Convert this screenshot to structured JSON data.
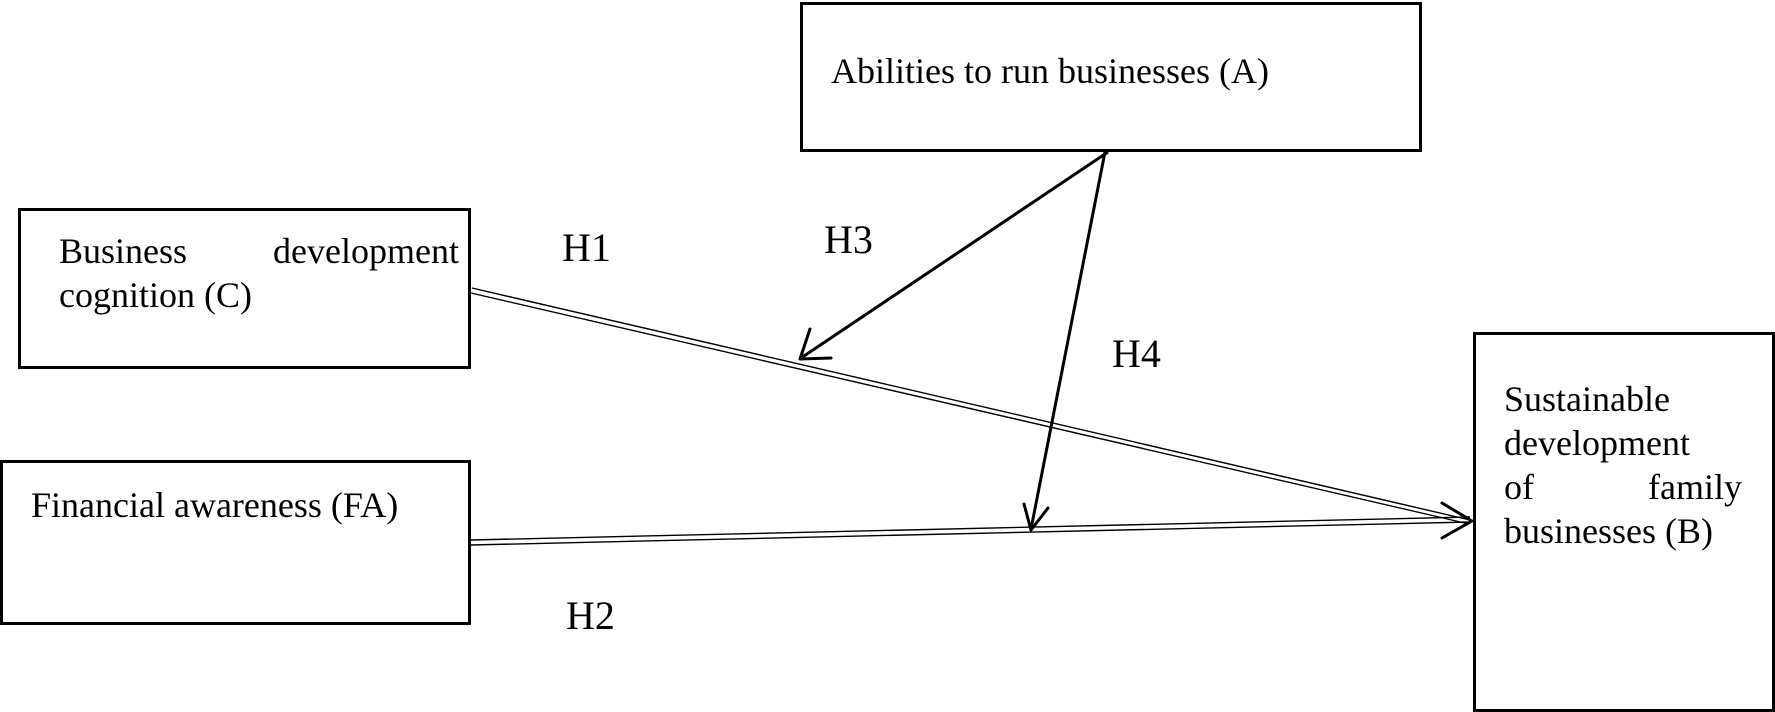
{
  "nodes": {
    "abilities": {
      "label": "Abilities to run businesses (A)"
    },
    "cognition": {
      "line1": "Business development",
      "line2": "cognition (C)"
    },
    "financial": {
      "label": "Financial awareness (FA)"
    },
    "sustainable": {
      "line1": "Sustainable",
      "line2": "development",
      "line3": "of family",
      "line4": "businesses (B)"
    }
  },
  "hypotheses": {
    "h1": "H1",
    "h2": "H2",
    "h3": "H3",
    "h4": "H4"
  },
  "colors": {
    "stroke": "#000000",
    "background": "#ffffff"
  }
}
